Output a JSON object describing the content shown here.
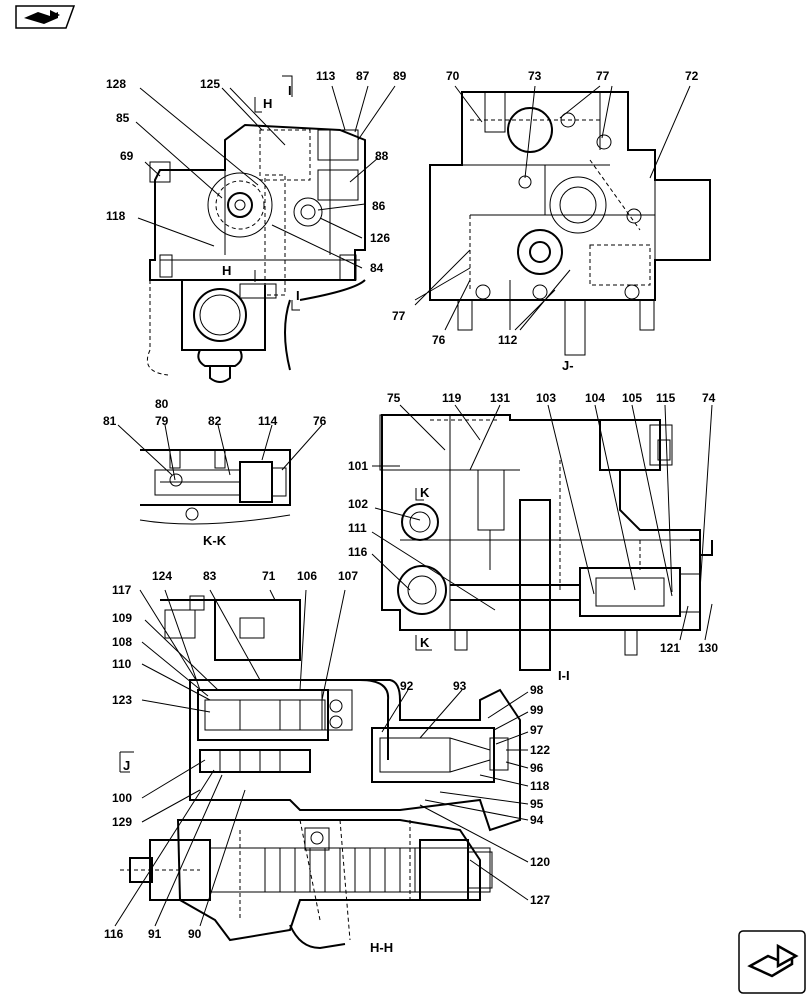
{
  "labels": {
    "l128": "128",
    "l125": "125",
    "l113": "113",
    "l87": "87",
    "l89": "89",
    "l70": "70",
    "l73": "73",
    "l77a": "77",
    "l72": "72",
    "l85": "85",
    "l69": "69",
    "l88": "88",
    "l86": "86",
    "l118a": "118",
    "l126": "126",
    "l84": "84",
    "l77b": "77",
    "l76a": "76",
    "l112": "112",
    "l80": "80",
    "l81": "81",
    "l79": "79",
    "l82": "82",
    "l114": "114",
    "l76b": "76",
    "l75": "75",
    "l119": "119",
    "l131": "131",
    "l103": "103",
    "l104": "104",
    "l105": "105",
    "l115": "115",
    "l74": "74",
    "l101": "101",
    "l102": "102",
    "l111": "111",
    "l116a": "116",
    "l121": "121",
    "l130": "130",
    "l117": "117",
    "l124": "124",
    "l83": "83",
    "l71": "71",
    "l106": "106",
    "l107": "107",
    "l109": "109",
    "l108": "108",
    "l110": "110",
    "l123": "123",
    "l92": "92",
    "l93": "93",
    "l98": "98",
    "l99": "99",
    "l97": "97",
    "l122": "122",
    "l96": "96",
    "l118b": "118",
    "l100": "100",
    "l129": "129",
    "l95": "95",
    "l94": "94",
    "l120": "120",
    "l127": "127",
    "l116b": "116",
    "l91": "91",
    "l90": "90"
  },
  "sections": {
    "H_top": "H",
    "I_top": "I",
    "H_mid": "H",
    "I_mid": "I",
    "J_view": "J-",
    "KK_view": "K-K",
    "K_up": "K",
    "K_down": "K",
    "II_view": "I-I",
    "J_arrow": "J",
    "HH_view": "H-H"
  },
  "icons": {
    "top_nav": "book-open-arrow-icon",
    "bottom_nav": "book-open-arrow-icon"
  }
}
